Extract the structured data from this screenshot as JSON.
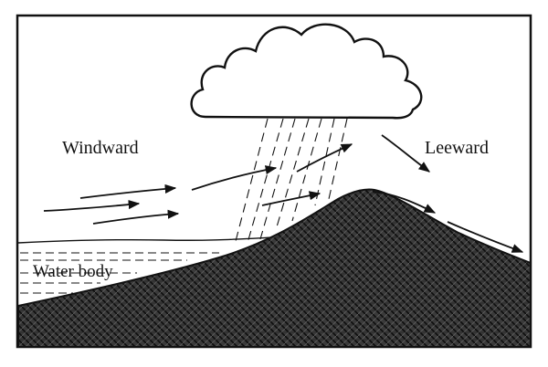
{
  "labels": {
    "windward": "Windward",
    "leeward": "Leeward",
    "water_body": "Water body"
  },
  "colors": {
    "ink": "#111111",
    "hatch_fill": "#3a3a3a",
    "background": "#ffffff"
  }
}
